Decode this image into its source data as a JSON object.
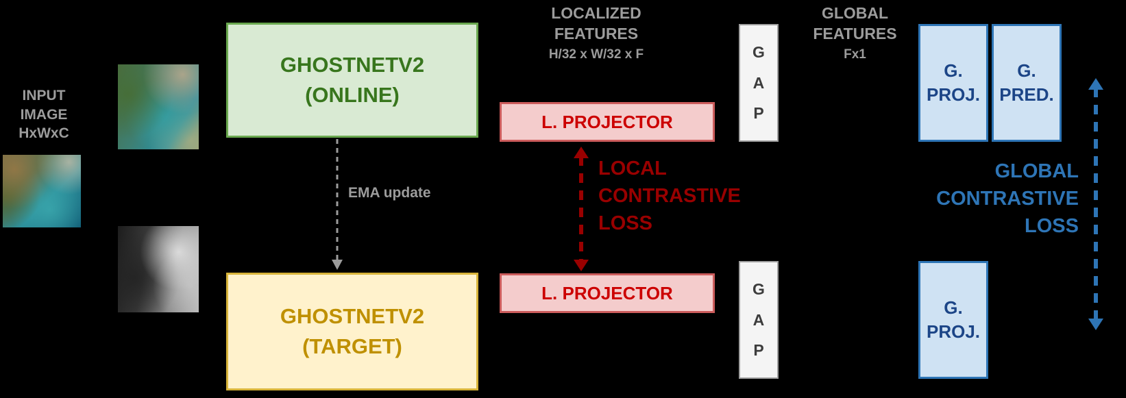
{
  "diagram": {
    "input": {
      "label": "INPUT\nIMAGE\nHxWxC"
    },
    "encoders": {
      "online": "GHOSTNETV2\n(ONLINE)",
      "target": "GHOSTNETV2\n(TARGET)"
    },
    "ema": {
      "label": "EMA update"
    },
    "localized_features": {
      "title": "LOCALIZED\nFEATURES",
      "dims": "H/32 x W/32 x F"
    },
    "global_features": {
      "title": "GLOBAL\nFEATURES",
      "dims": "Fx1"
    },
    "local_projector_top": "L. PROJECTOR",
    "local_projector_bottom": "L. PROJECTOR",
    "gap_top": "G\nA\nP",
    "gap_bottom": "G\nA\nP",
    "global_projector_top": "G.\nPROJ.",
    "global_predictor": "G.\nPRED.",
    "global_projector_bottom": "G.\nPROJ.",
    "local_loss": {
      "label": "LOCAL\nCONTRASTIVE\nLOSS"
    },
    "global_loss": {
      "label": "GLOBAL\nCONTRASTIVE\nLOSS"
    },
    "colors": {
      "background": "#000000",
      "label_gray": "#9c9c9c",
      "online_green_fill": "#d9ead3",
      "online_green_text": "#38761d",
      "target_gold_fill": "#fff2cc",
      "target_gold_text": "#bf9000",
      "projector_fill": "#f4cccc",
      "projector_red_text": "#cc0000",
      "local_loss_red": "#990000",
      "global_blue": "#2e75b6",
      "global_box_fill": "#cfe2f3",
      "global_box_text": "#1c4587",
      "gap_fill": "#f4f4f4"
    }
  }
}
